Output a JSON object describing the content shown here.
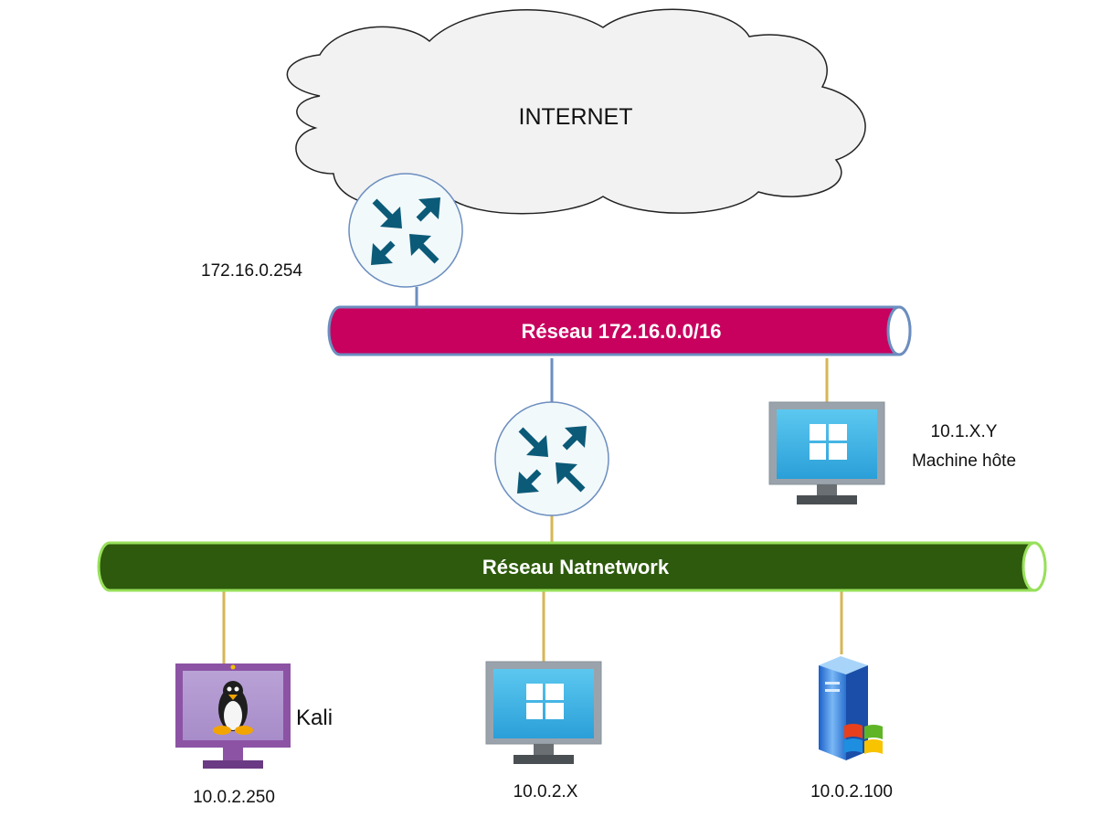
{
  "cloud": {
    "label": "INTERNET"
  },
  "networks": {
    "top": {
      "label": "Réseau 172.16.0.0/16",
      "color": "#c8005e"
    },
    "bottom": {
      "label": "Réseau Natnetwork",
      "color": "#2d5a0c"
    }
  },
  "routers": {
    "edge": {
      "ip": "172.16.0.254",
      "icon": "router-icon"
    },
    "nat": {
      "icon": "router-icon"
    }
  },
  "hosts": {
    "windows_host": {
      "ip": "10.1.X.Y",
      "role": "Machine hôte",
      "icon": "windows-monitor-icon"
    },
    "kali": {
      "name": "Kali",
      "ip": "10.0.2.250",
      "icon": "linux-monitor-icon"
    },
    "windows_client": {
      "ip": "10.0.2.X",
      "icon": "windows-monitor-icon"
    },
    "windows_server": {
      "ip": "10.0.2.100",
      "icon": "windows-server-icon"
    }
  },
  "colors": {
    "link_blue": "#6c8ebf",
    "link_gold": "#d6b656",
    "router_fill": "#f2f9fb",
    "router_arrows": "#0b5a78"
  }
}
